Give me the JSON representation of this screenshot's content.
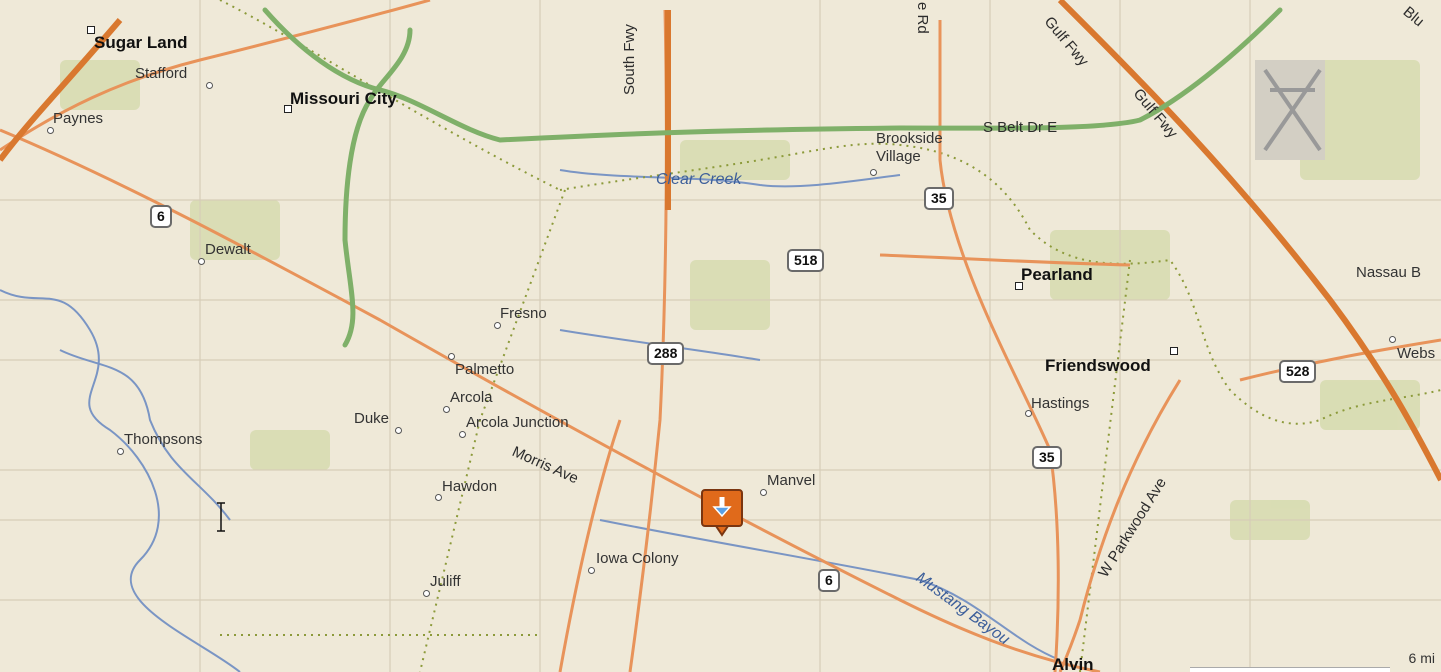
{
  "map": {
    "places": [
      {
        "id": "sugar-land",
        "name": "Sugar Land",
        "type": "city"
      },
      {
        "id": "stafford",
        "name": "Stafford",
        "type": "town"
      },
      {
        "id": "missouri-city",
        "name": "Missouri City",
        "type": "city"
      },
      {
        "id": "paynes",
        "name": "Paynes",
        "type": "town"
      },
      {
        "id": "dewalt",
        "name": "Dewalt",
        "type": "town"
      },
      {
        "id": "brookside-village",
        "name": "Brookside\nVillage",
        "type": "town"
      },
      {
        "id": "pearland",
        "name": "Pearland",
        "type": "city"
      },
      {
        "id": "friendswood",
        "name": "Friendswood",
        "type": "city"
      },
      {
        "id": "fresno",
        "name": "Fresno",
        "type": "town"
      },
      {
        "id": "palmetto",
        "name": "Palmetto",
        "type": "town"
      },
      {
        "id": "arcola",
        "name": "Arcola",
        "type": "town"
      },
      {
        "id": "arcola-junction",
        "name": "Arcola Junction",
        "type": "town"
      },
      {
        "id": "duke",
        "name": "Duke",
        "type": "town"
      },
      {
        "id": "thompsons",
        "name": "Thompsons",
        "type": "town"
      },
      {
        "id": "hawdon",
        "name": "Hawdon",
        "type": "town"
      },
      {
        "id": "manvel",
        "name": "Manvel",
        "type": "town"
      },
      {
        "id": "iowa-colony",
        "name": "Iowa Colony",
        "type": "town"
      },
      {
        "id": "juliff",
        "name": "Juliff",
        "type": "town"
      },
      {
        "id": "hastings",
        "name": "Hastings",
        "type": "town"
      },
      {
        "id": "alvin",
        "name": "Alvin",
        "type": "city"
      },
      {
        "id": "nassau-bay",
        "name": "Nassau B",
        "type": "town"
      },
      {
        "id": "webster",
        "name": "Webs",
        "type": "town"
      }
    ],
    "roads": {
      "south_fwy": "South Fwy",
      "s_belt_dr_e": "S Belt Dr E",
      "gulf_fwy_1": "Gulf Fwy",
      "gulf_fwy_2": "Gulf Fwy",
      "morris_ave": "Morris Ave",
      "w_parkwood_ave": "W Parkwood Ave",
      "rd_top": "e Rd",
      "bluff_top": "Blu"
    },
    "water": {
      "clear_creek": "Clear Creek",
      "mustang_bayou": "Mustang Bayou"
    },
    "shields": [
      "6",
      "35",
      "518",
      "288",
      "528",
      "35",
      "6"
    ],
    "scale_label": "6 mi",
    "colors": {
      "background": "#efe9d8",
      "highway": "#e8935a",
      "tollway": "#7fb069",
      "water": "#7a95c4",
      "park": "#c6d59a",
      "pin": "#e06a1b"
    }
  }
}
